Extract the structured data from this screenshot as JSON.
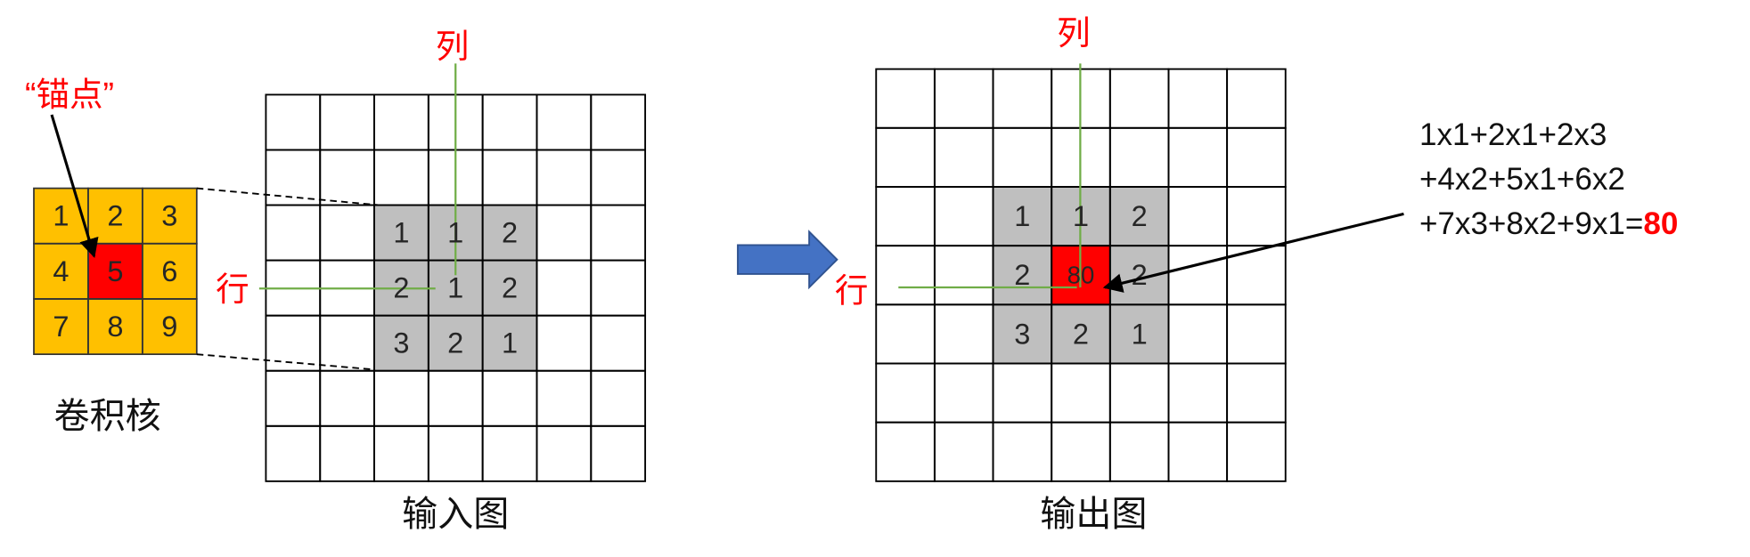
{
  "anchor_label": "“锚点”",
  "kernel": {
    "label": "卷积核",
    "cells": [
      [
        "1",
        "2",
        "3"
      ],
      [
        "4",
        "5",
        "6"
      ],
      [
        "7",
        "8",
        "9"
      ]
    ]
  },
  "input_map": {
    "label": "输入图",
    "row_label": "行",
    "col_label": "列",
    "patch": [
      [
        "1",
        "1",
        "2"
      ],
      [
        "2",
        "1",
        "2"
      ],
      [
        "3",
        "2",
        "1"
      ]
    ]
  },
  "output_map": {
    "label": "输出图",
    "row_label": "行",
    "col_label": "列",
    "patch": [
      [
        "1",
        "1",
        "2"
      ],
      [
        "2",
        "80",
        "2"
      ],
      [
        "3",
        "2",
        "1"
      ]
    ]
  },
  "formula": {
    "lines": [
      "1x1+2x1+2x3",
      "+4x2+5x1+6x2",
      "+7x3+8x2+9x1="
    ],
    "result": "80"
  },
  "colors": {
    "kernel_orange": "#FFC000",
    "anchor_red": "#FF0000",
    "patch_gray": "#BFBFBF",
    "guide_green": "#70AD47",
    "arrow_blue": "#4472C4",
    "label_red": "#FF0000"
  },
  "icons": {
    "transform_arrow": "right-arrow-icon"
  }
}
